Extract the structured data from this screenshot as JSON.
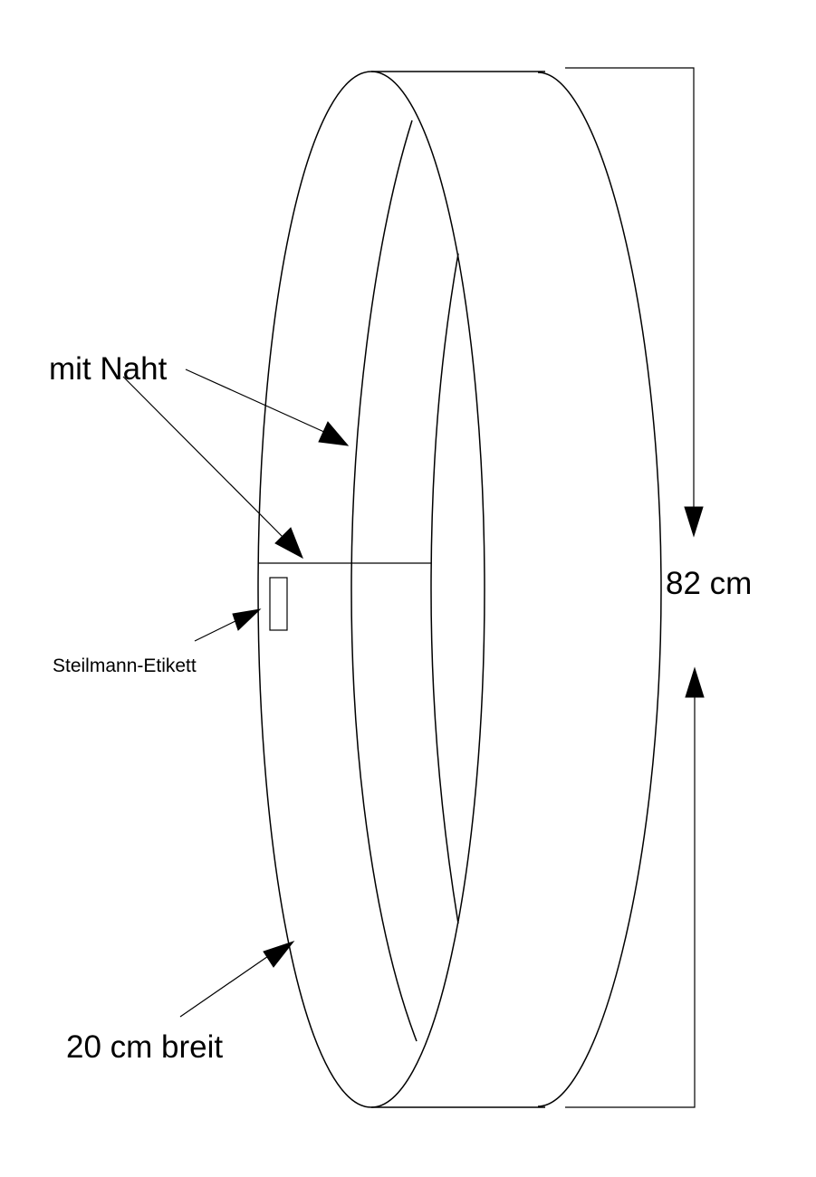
{
  "diagram": {
    "labels": {
      "seam": "mit Naht",
      "tag": "Steilmann-Etikett",
      "height": "82 cm",
      "width": "20 cm breit"
    }
  }
}
